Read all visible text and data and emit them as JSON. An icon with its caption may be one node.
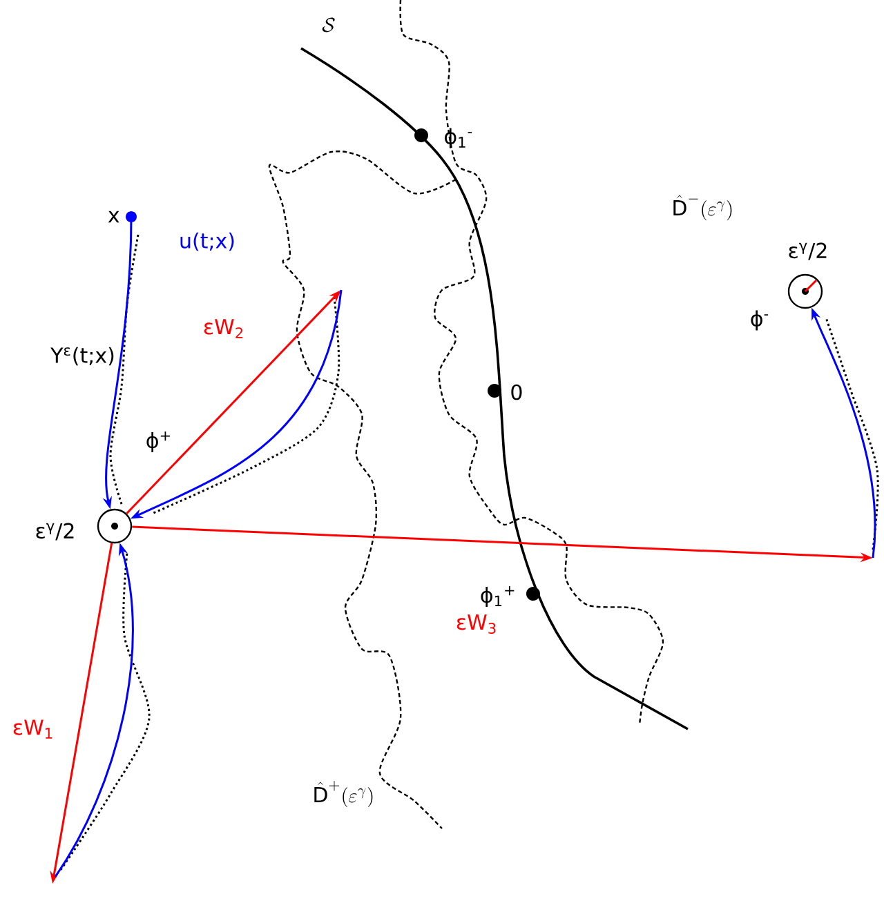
{
  "diagram": {
    "nodes": [
      {
        "text": [
          "x"
        ]
      },
      {
        "text": [],
        "shape": "circle",
        "beside": [
          "ε$^{γ}$/2",
          "ϕ$^{+}$"
        ]
      },
      {
        "text": [],
        "shape": "circle",
        "beside": [
          "ε$^{γ}$/2",
          "ϕ$^{-}$"
        ]
      }
    ],
    "edges": [
      {
        "from": 0,
        "to": 1,
        "arrow": "to",
        "label": "u(t;x)",
        "color": "#0000ff"
      },
      {
        "from": 1,
        "to": null,
        "arrow": "to",
        "label": "εW$_{2}$",
        "color": "#ff0000"
      },
      {
        "from": null,
        "to": 1,
        "arrow": "to",
        "color": "#0000ff"
      },
      {
        "from": 1,
        "to": null,
        "arrow": "to",
        "label": "εW$_{1}$",
        "color": "#ff0000"
      },
      {
        "from": null,
        "to": 1,
        "arrow": "to",
        "color": "#0000ff"
      },
      {
        "from": 1,
        "to": null,
        "arrow": "to",
        "label": "εW$_{3}$",
        "color": "#ff0000"
      },
      {
        "from": null,
        "to": 2,
        "arrow": "to",
        "color": "#0000ff"
      }
    ],
    "labels": [
      "\\mathcal{S}",
      "ϕ$_{1}$$^{-}$",
      "0",
      "ϕ$_{1}$$^{+}$",
      "\\hat{\\mathrm{D}}^{-}(\\varepsilon^{\\gamma})",
      "\\hat{\\mathrm{D}}^{+}(\\varepsilon^{\\gamma})",
      "Y$^{ε}$(t;x)"
    ]
  }
}
